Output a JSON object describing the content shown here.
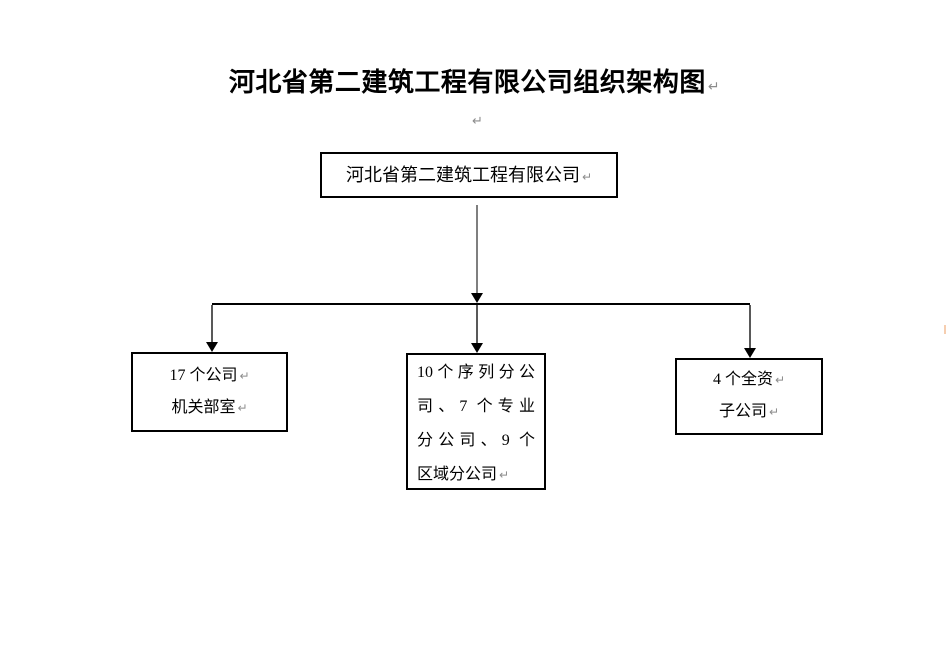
{
  "document": {
    "title": "河北省第二建筑工程有限公司组织架构图",
    "paragraph_mark": "↵"
  },
  "org_chart": {
    "root": {
      "label": "河北省第二建筑工程有限公司",
      "mark": "↵"
    },
    "children": [
      {
        "id": "company-departments",
        "full_text": "17 个公司 机关部室",
        "lines": [
          {
            "text": "17 个公司",
            "mark": "↵"
          },
          {
            "text": "机关部室",
            "mark": "↵"
          }
        ]
      },
      {
        "id": "branch-companies",
        "full_text": "10个序列分公司、7 个专业分公司、9 个区域分公司",
        "lines": [
          {
            "text": "10个序列分公",
            "mark": ""
          },
          {
            "text": "司、7 个专业",
            "mark": ""
          },
          {
            "text": "分公司、9 个",
            "mark": ""
          },
          {
            "text": "区域分公司",
            "mark": "↵"
          }
        ]
      },
      {
        "id": "wholly-owned-subsidiaries",
        "full_text": "4 个全资 子公司",
        "lines": [
          {
            "text": "4 个全资",
            "mark": "↵"
          },
          {
            "text": "子公司",
            "mark": "↵"
          }
        ]
      }
    ]
  },
  "colors": {
    "border": "#000000",
    "connector_main": "#7f7f7f",
    "connector_drop": "#595959",
    "horizontal_line": "#000000",
    "paragraph_mark": "#8c8c8c",
    "background": "#ffffff"
  }
}
